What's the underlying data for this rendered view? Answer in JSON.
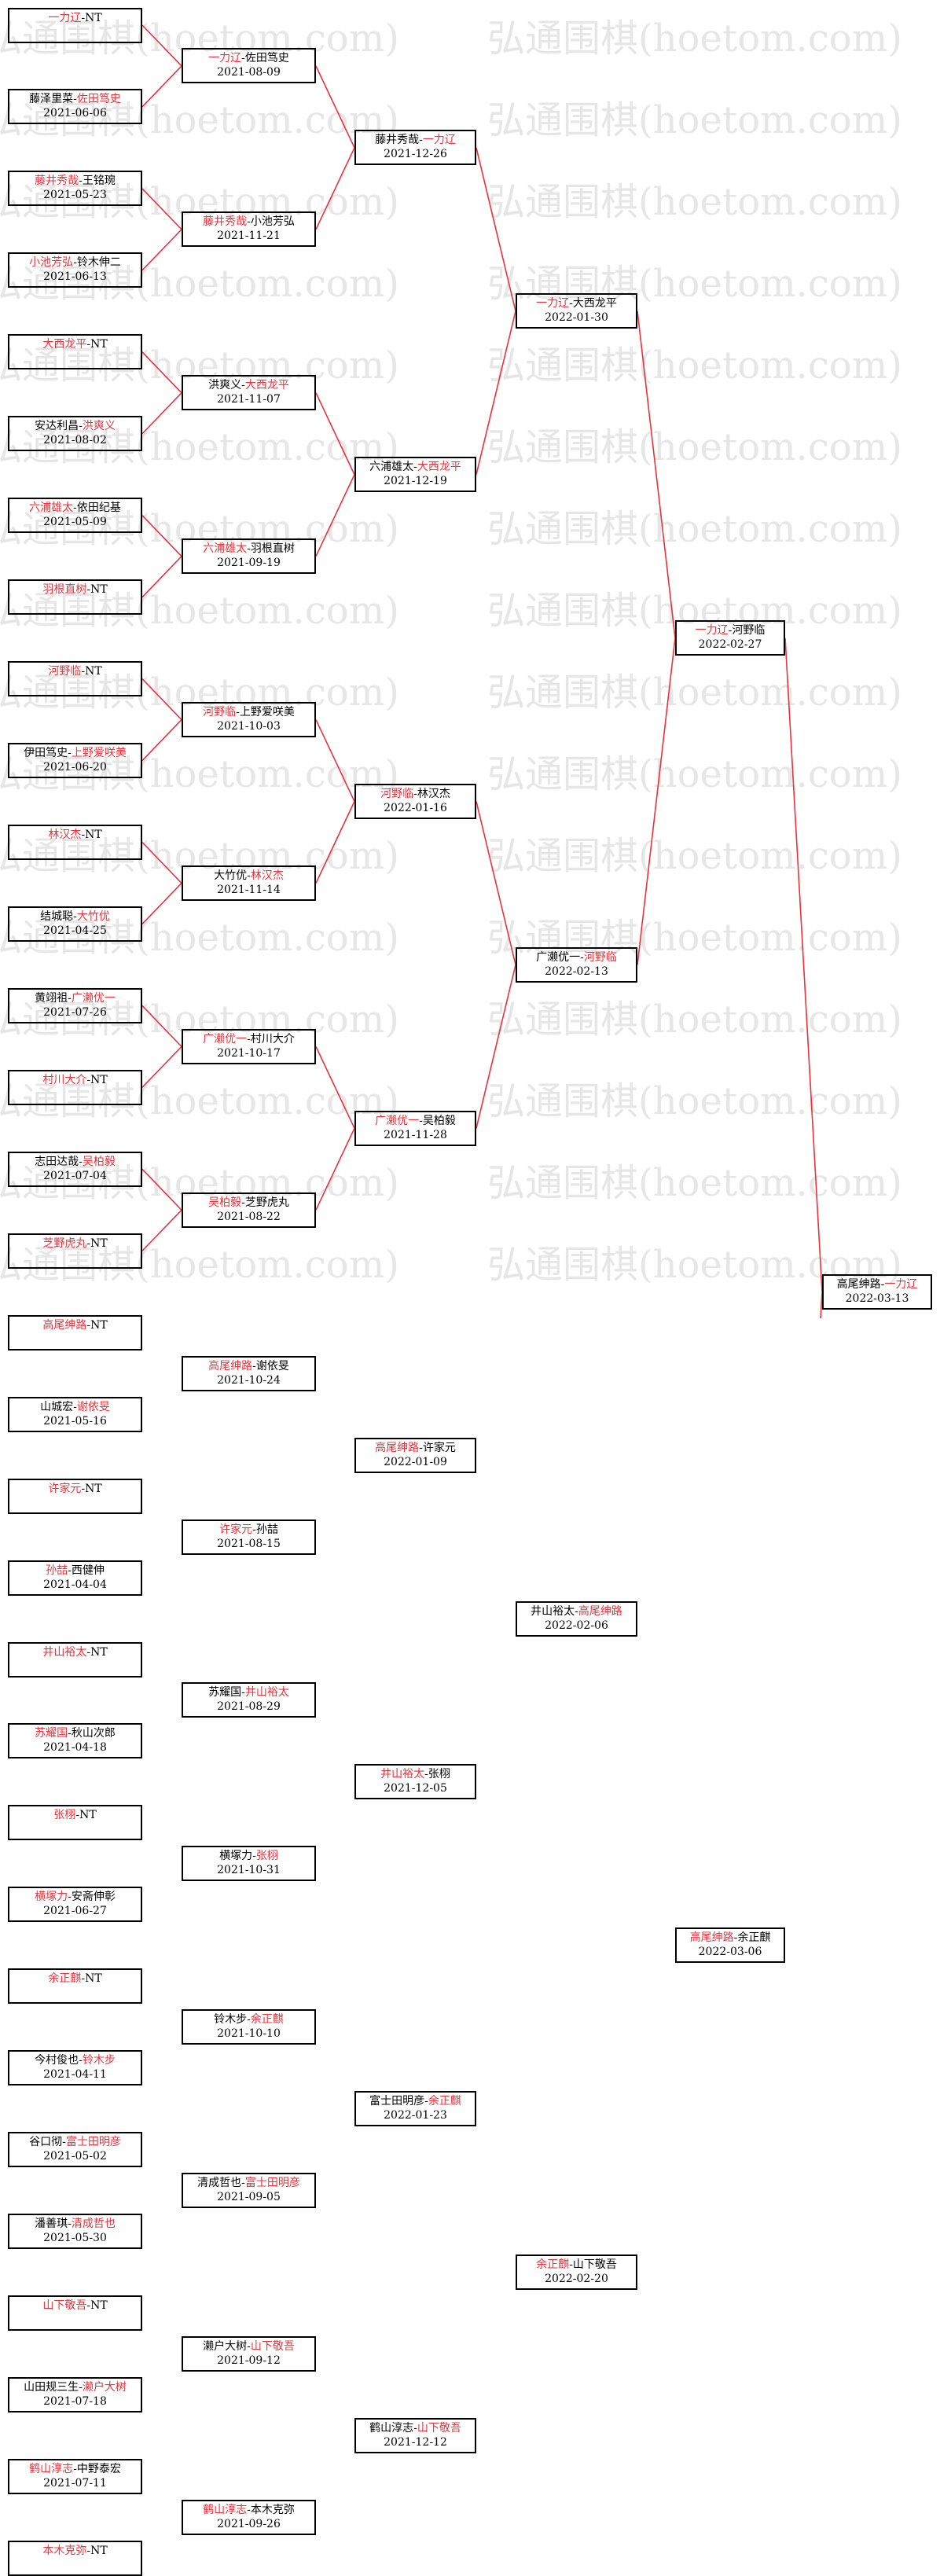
{
  "colors": {
    "winner": "#e8323c",
    "line": "#e8323c",
    "border": "#000000",
    "watermark": "#e6e6e6"
  },
  "watermark_text": "弘通围棋(hoetom.com)",
  "rounds": [
    {
      "name": "r1",
      "matches": [
        {
          "p1": "一力辽",
          "p2": "NT",
          "winner": 1,
          "date": ""
        },
        {
          "p1": "藤泽里菜",
          "p2": "佐田笃史",
          "winner": 2,
          "date": "2021-06-06"
        },
        {
          "p1": "藤井秀哉",
          "p2": "王铭琬",
          "winner": 1,
          "date": "2021-05-23"
        },
        {
          "p1": "小池芳弘",
          "p2": "铃木伸二",
          "winner": 1,
          "date": "2021-06-13"
        },
        {
          "p1": "大西龙平",
          "p2": "NT",
          "winner": 1,
          "date": ""
        },
        {
          "p1": "安达利昌",
          "p2": "洪爽义",
          "winner": 2,
          "date": "2021-08-02"
        },
        {
          "p1": "六浦雄太",
          "p2": "依田纪基",
          "winner": 1,
          "date": "2021-05-09"
        },
        {
          "p1": "羽根直树",
          "p2": "NT",
          "winner": 1,
          "date": ""
        },
        {
          "p1": "河野临",
          "p2": "NT",
          "winner": 1,
          "date": ""
        },
        {
          "p1": "伊田笃史",
          "p2": "上野爱咲美",
          "winner": 2,
          "date": "2021-06-20"
        },
        {
          "p1": "林汉杰",
          "p2": "NT",
          "winner": 1,
          "date": ""
        },
        {
          "p1": "结城聪",
          "p2": "大竹优",
          "winner": 2,
          "date": "2021-04-25"
        },
        {
          "p1": "黄翊祖",
          "p2": "广濑优一",
          "winner": 2,
          "date": "2021-07-26"
        },
        {
          "p1": "村川大介",
          "p2": "NT",
          "winner": 1,
          "date": ""
        },
        {
          "p1": "志田达哉",
          "p2": "吴柏毅",
          "winner": 2,
          "date": "2021-07-04"
        },
        {
          "p1": "芝野虎丸",
          "p2": "NT",
          "winner": 1,
          "date": ""
        },
        {
          "p1": "高尾绅路",
          "p2": "NT",
          "winner": 1,
          "date": ""
        },
        {
          "p1": "山城宏",
          "p2": "谢依旻",
          "winner": 2,
          "date": "2021-05-16"
        },
        {
          "p1": "许家元",
          "p2": "NT",
          "winner": 1,
          "date": ""
        },
        {
          "p1": "孙喆",
          "p2": "西健伸",
          "winner": 1,
          "date": "2021-04-04"
        },
        {
          "p1": "井山裕太",
          "p2": "NT",
          "winner": 1,
          "date": ""
        },
        {
          "p1": "苏耀国",
          "p2": "秋山次郎",
          "winner": 1,
          "date": "2021-04-18"
        },
        {
          "p1": "张栩",
          "p2": "NT",
          "winner": 1,
          "date": ""
        },
        {
          "p1": "横塚力",
          "p2": "安斋伸彰",
          "winner": 1,
          "date": "2021-06-27"
        },
        {
          "p1": "余正麒",
          "p2": "NT",
          "winner": 1,
          "date": ""
        },
        {
          "p1": "今村俊也",
          "p2": "铃木步",
          "winner": 2,
          "date": "2021-04-11"
        },
        {
          "p1": "谷口彻",
          "p2": "富士田明彦",
          "winner": 2,
          "date": "2021-05-02"
        },
        {
          "p1": "潘善琪",
          "p2": "清成哲也",
          "winner": 2,
          "date": "2021-05-30"
        },
        {
          "p1": "山下敬吾",
          "p2": "NT",
          "winner": 1,
          "date": ""
        },
        {
          "p1": "山田规三生",
          "p2": "濑户大树",
          "winner": 2,
          "date": "2021-07-18"
        },
        {
          "p1": "鹤山淳志",
          "p2": "中野泰宏",
          "winner": 1,
          "date": "2021-07-11"
        },
        {
          "p1": "本木克弥",
          "p2": "NT",
          "winner": 1,
          "date": ""
        }
      ]
    },
    {
      "name": "r2",
      "matches": [
        {
          "p1": "一力辽",
          "p2": "佐田笃史",
          "winner": 1,
          "date": "2021-08-09"
        },
        {
          "p1": "藤井秀哉",
          "p2": "小池芳弘",
          "winner": 1,
          "date": "2021-11-21"
        },
        {
          "p1": "洪爽义",
          "p2": "大西龙平",
          "winner": 2,
          "date": "2021-11-07"
        },
        {
          "p1": "六浦雄太",
          "p2": "羽根直树",
          "winner": 1,
          "date": "2021-09-19"
        },
        {
          "p1": "河野临",
          "p2": "上野爱咲美",
          "winner": 1,
          "date": "2021-10-03"
        },
        {
          "p1": "大竹优",
          "p2": "林汉杰",
          "winner": 2,
          "date": "2021-11-14"
        },
        {
          "p1": "广濑优一",
          "p2": "村川大介",
          "winner": 1,
          "date": "2021-10-17"
        },
        {
          "p1": "吴柏毅",
          "p2": "芝野虎丸",
          "winner": 1,
          "date": "2021-08-22"
        },
        {
          "p1": "高尾绅路",
          "p2": "谢依旻",
          "winner": 1,
          "date": "2021-10-24"
        },
        {
          "p1": "许家元",
          "p2": "孙喆",
          "winner": 1,
          "date": "2021-08-15"
        },
        {
          "p1": "苏耀国",
          "p2": "井山裕太",
          "winner": 2,
          "date": "2021-08-29"
        },
        {
          "p1": "横塚力",
          "p2": "张栩",
          "winner": 2,
          "date": "2021-10-31"
        },
        {
          "p1": "铃木步",
          "p2": "余正麒",
          "winner": 2,
          "date": "2021-10-10"
        },
        {
          "p1": "清成哲也",
          "p2": "富士田明彦",
          "winner": 2,
          "date": "2021-09-05"
        },
        {
          "p1": "濑户大树",
          "p2": "山下敬吾",
          "winner": 2,
          "date": "2021-09-12"
        },
        {
          "p1": "鹤山淳志",
          "p2": "本木克弥",
          "winner": 1,
          "date": "2021-09-26"
        }
      ]
    },
    {
      "name": "r3",
      "matches": [
        {
          "p1": "藤井秀哉",
          "p2": "一力辽",
          "winner": 2,
          "date": "2021-12-26"
        },
        {
          "p1": "六浦雄太",
          "p2": "大西龙平",
          "winner": 2,
          "date": "2021-12-19"
        },
        {
          "p1": "河野临",
          "p2": "林汉杰",
          "winner": 1,
          "date": "2022-01-16"
        },
        {
          "p1": "广濑优一",
          "p2": "吴柏毅",
          "winner": 1,
          "date": "2021-11-28"
        },
        {
          "p1": "高尾绅路",
          "p2": "许家元",
          "winner": 1,
          "date": "2022-01-09"
        },
        {
          "p1": "井山裕太",
          "p2": "张栩",
          "winner": 1,
          "date": "2021-12-05"
        },
        {
          "p1": "富士田明彦",
          "p2": "余正麒",
          "winner": 2,
          "date": "2022-01-23"
        },
        {
          "p1": "鹤山淳志",
          "p2": "山下敬吾",
          "winner": 2,
          "date": "2021-12-12"
        }
      ]
    },
    {
      "name": "r4",
      "matches": [
        {
          "p1": "一力辽",
          "p2": "大西龙平",
          "winner": 1,
          "date": "2022-01-30"
        },
        {
          "p1": "广濑优一",
          "p2": "河野临",
          "winner": 2,
          "date": "2022-02-13"
        },
        {
          "p1": "井山裕太",
          "p2": "高尾绅路",
          "winner": 2,
          "date": "2022-02-06"
        },
        {
          "p1": "余正麒",
          "p2": "山下敬吾",
          "winner": 1,
          "date": "2022-02-20"
        }
      ]
    },
    {
      "name": "r5",
      "matches": [
        {
          "p1": "一力辽",
          "p2": "河野临",
          "winner": 1,
          "date": "2022-02-27"
        },
        {
          "p1": "高尾绅路",
          "p2": "余正麒",
          "winner": 1,
          "date": "2022-03-06"
        }
      ]
    },
    {
      "name": "r6",
      "matches": [
        {
          "p1": "高尾绅路",
          "p2": "一力辽",
          "winner": 2,
          "date": "2022-03-13"
        }
      ]
    }
  ]
}
